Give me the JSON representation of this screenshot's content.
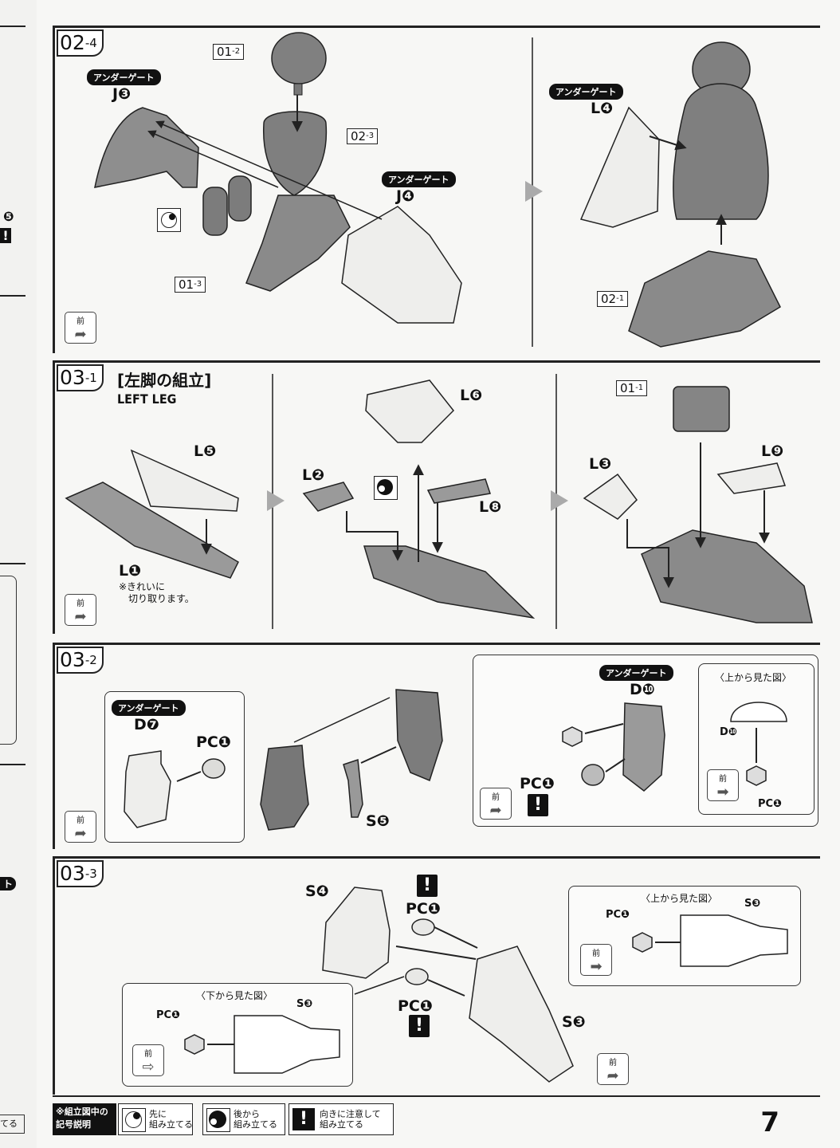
{
  "left_strip": {
    "gate_fragment": "ト",
    "num_fragment": "❺",
    "warn_fragment": "!",
    "bottom_text": "てる"
  },
  "steps": {
    "s02_4": {
      "label": "02",
      "sub": "-4",
      "gate_label_1": "アンダーゲート",
      "part_1": "J❸",
      "gate_label_2": "アンダーゲート",
      "part_2": "J❹",
      "gate_label_3": "アンダーゲート",
      "part_3": "L❹",
      "ref_01_2": {
        "main": "01",
        "sub": "-2"
      },
      "ref_02_3": {
        "main": "02",
        "sub": "-3"
      },
      "ref_01_3": {
        "main": "01",
        "sub": "-3"
      },
      "ref_02_1": {
        "main": "02",
        "sub": "-1"
      },
      "front": "前"
    },
    "s03_1": {
      "label": "03",
      "sub": "-1",
      "title_jp": "[左脚の組立]",
      "title_en": "LEFT LEG",
      "part_L5": "L❺",
      "part_L1": "L❶",
      "note": "※きれいに\n　切り取ります。",
      "part_L6": "L❻",
      "part_L2": "L❷",
      "part_L8": "L❽",
      "ref_01_1": {
        "main": "01",
        "sub": "-1"
      },
      "part_L3": "L❸",
      "part_L9": "L❾",
      "front": "前"
    },
    "s03_2": {
      "label": "03",
      "sub": "-2",
      "gate_label_1": "アンダーゲート",
      "part_D7": "D❼",
      "part_PC1a": "PC❶",
      "part_S5": "S❺",
      "gate_label_2": "アンダーゲート",
      "part_D10": "D❿",
      "part_PC1b": "PC❶",
      "warn": "!",
      "top_view_title": "〈上から見た図〉",
      "top_view_D10": "D❿",
      "top_view_PC1": "PC❶",
      "front": "前"
    },
    "s03_3": {
      "label": "03",
      "sub": "-3",
      "part_S4": "S❹",
      "warn_1": "!",
      "part_PC1_top": "PC❶",
      "part_PC1_mid": "PC❶",
      "warn_2": "!",
      "part_S3": "S❸",
      "top_view_title": "〈上から見た図〉",
      "top_view_PC1": "PC❶",
      "top_view_S3": "S❸",
      "bottom_view_title": "〈下から見た図〉",
      "bottom_view_PC1": "PC❶",
      "bottom_view_S3": "S❸",
      "front": "前"
    }
  },
  "legend": {
    "head": "※組立図中の\n記号説明",
    "item1": "先に\n組み立てる",
    "item2": "後から\n組み立てる",
    "item3": "向きに注意して\n組み立てる"
  },
  "page_number": "7",
  "colors": {
    "part_gray": "#8c8c8c",
    "part_light": "#eeeeec",
    "line": "#222222",
    "arrow_gray": "#aaaaaa"
  }
}
